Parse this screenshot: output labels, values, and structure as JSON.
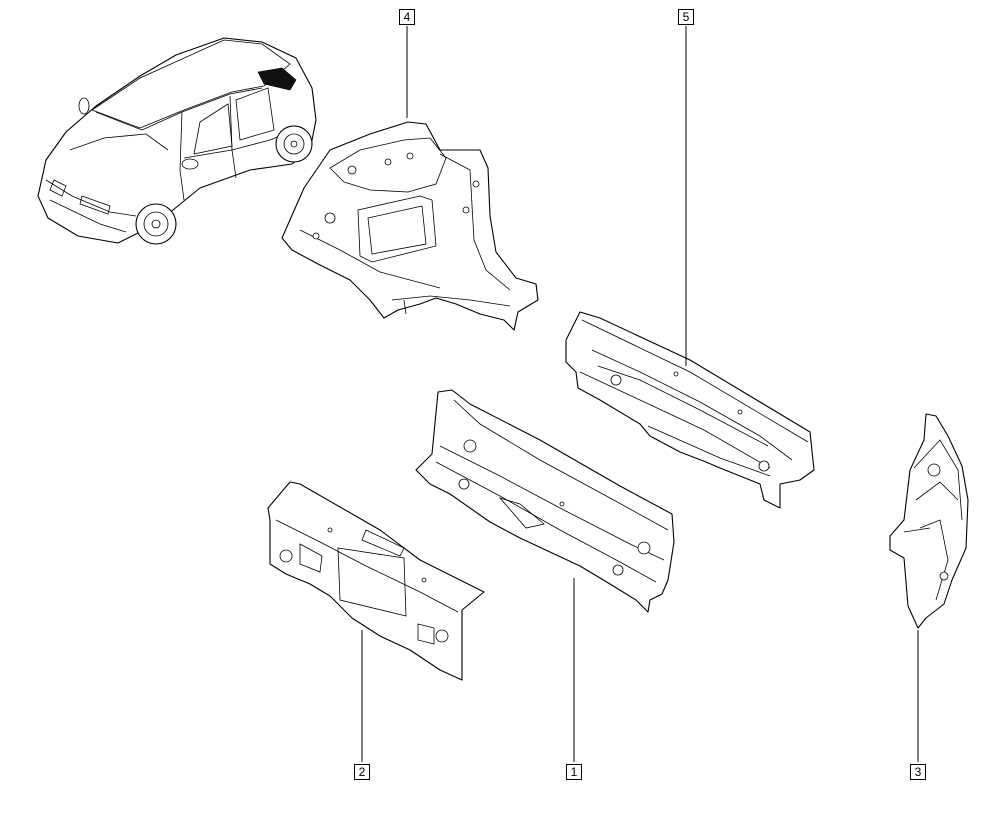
{
  "callouts": {
    "c1": "1",
    "c2": "2",
    "c3": "3",
    "c4": "4",
    "c5": "5"
  },
  "colors": {
    "line": "#000000",
    "background": "#ffffff"
  }
}
